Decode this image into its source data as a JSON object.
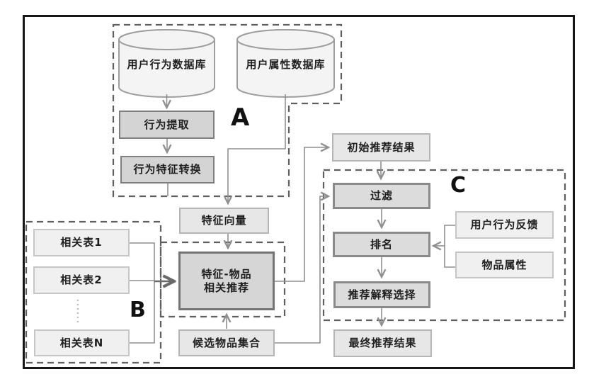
{
  "diagram": {
    "region_labels": {
      "a": "A",
      "b": "B",
      "c": "C"
    },
    "nodes": {
      "user_behavior_db": "用户行为数据库",
      "user_attribute_db": "用户属性数据库",
      "behavior_extraction": "行为提取",
      "behavior_feature_conversion": "行为特征转换",
      "feature_vector": "特征向量",
      "initial_results": "初始推荐结果",
      "filter": "过滤",
      "ranking": "排名",
      "explanation_selection": "推荐解释选择",
      "final_results": "最终推荐结果",
      "user_behavior_feedback": "用户行为反馈",
      "item_attributes": "物品属性",
      "related_table_1": "相关表1",
      "related_table_2": "相关表2",
      "related_table_n": "相关表N",
      "feature_item_recommend": "特征-物品\n相关推荐",
      "candidate_items": "候选物品集合"
    },
    "colors": {
      "frame": "#161616",
      "dashed_region": "#5f5f5f",
      "connector": "#8f8f8f",
      "connector_bold": "#6a6a6a",
      "box_dark_fill": "#d4d4d4",
      "box_dark_border": "#7f7f7f",
      "box_light_fill": "#e7e7e7",
      "box_light_border": "#b5b5b5",
      "cylinder_fill": "#f4f4f4",
      "cylinder_border": "#9e9e9e"
    }
  }
}
